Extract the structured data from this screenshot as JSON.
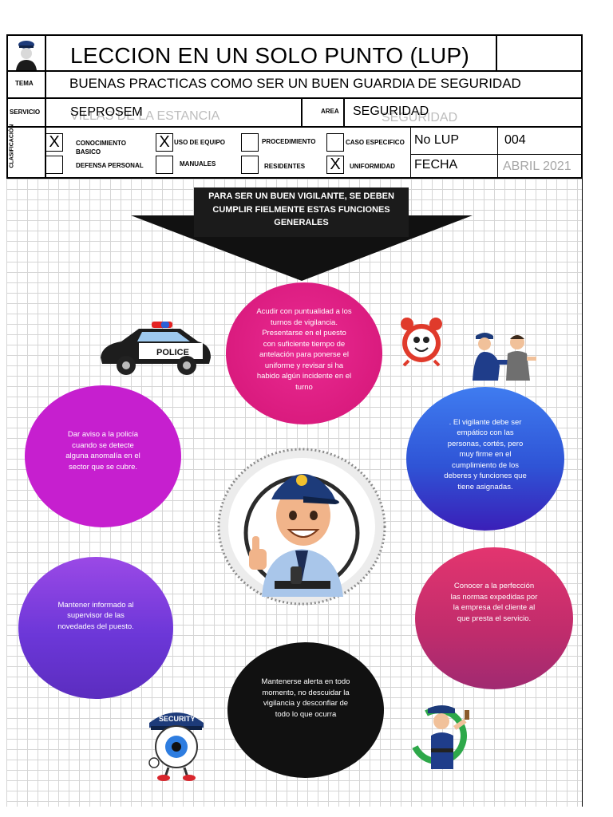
{
  "header": {
    "title": "LECCION EN UN SOLO PUNTO (LUP)",
    "tema_label": "TEMA",
    "subtitle": "BUENAS PRACTICAS COMO SER UN BUEN GUARDIA DE SEGURIDAD",
    "servicio_label": "SERVICIO",
    "servicio_value": "SEPROSEM",
    "servicio_ghost": "VILLAS DE LA ESTANCIA",
    "area_label": "AREA",
    "area_value": "SEGURIDAD",
    "area_ghost": "SEGURIDAD",
    "clasificacion_label": "CLASIFICACIÓN",
    "lup_label": "No LUP",
    "lup_value": "004",
    "fecha_label": "FECHA",
    "fecha_value": "ABRIL 2021"
  },
  "checkboxes": [
    {
      "label": "CONOCIMIENTO BASICO",
      "checked": true,
      "mark": "X"
    },
    {
      "label": "USO DE EQUIPO",
      "checked": true,
      "mark": "X"
    },
    {
      "label": "PROCEDIMIENTO",
      "checked": false,
      "mark": ""
    },
    {
      "label": "CASO ESPECIFICO",
      "checked": false,
      "mark": ""
    },
    {
      "label": "DEFENSA PERSONAL",
      "checked": false,
      "mark": ""
    },
    {
      "label": "MANUALES",
      "checked": false,
      "mark": ""
    },
    {
      "label": "RESIDENTES",
      "checked": false,
      "mark": ""
    },
    {
      "label": "UNIFORMIDAD",
      "checked": true,
      "mark": "X"
    }
  ],
  "banner": {
    "line1": "PARA SER UN BUEN VIGILANTE, SE DEBEN",
    "line2": "CUMPLIR FIELMENTE ESTAS FUNCIONES",
    "line3": "GENERALES"
  },
  "functions": [
    {
      "text": "Acudir con puntualidad a los turnos de vigilancia. Presentarse en el puesto con suficiente tiempo de antelación para ponerse el uniforme y revisar si ha habido algún incidente en el turno",
      "color": "#e01b84"
    },
    {
      "text": "Dar aviso a la policía cuando se detecte alguna anomalía en el sector que se cubre.",
      "color": "#c81fcf"
    },
    {
      "text": ". El vigilante debe ser empático con las personas, cortés, pero muy firme en el cumplimiento de los deberes y funciones que tiene asignadas.",
      "color": "#2f5fe0"
    },
    {
      "text": "Mantener informado al supervisor de las novedades del puesto.",
      "color": "#7a3fd8"
    },
    {
      "text": "Conocer a la perfección las normas expedidas por la empresa del cliente al que presta el servicio.",
      "color": "#d6336d"
    },
    {
      "text": "Mantenerse alerta en todo momento, no descuidar la vigilancia y desconfiar de todo lo que ocurra",
      "color": "#111111"
    }
  ],
  "icons": {
    "car_text": "POLICE",
    "badge_text": "SECURITY"
  }
}
